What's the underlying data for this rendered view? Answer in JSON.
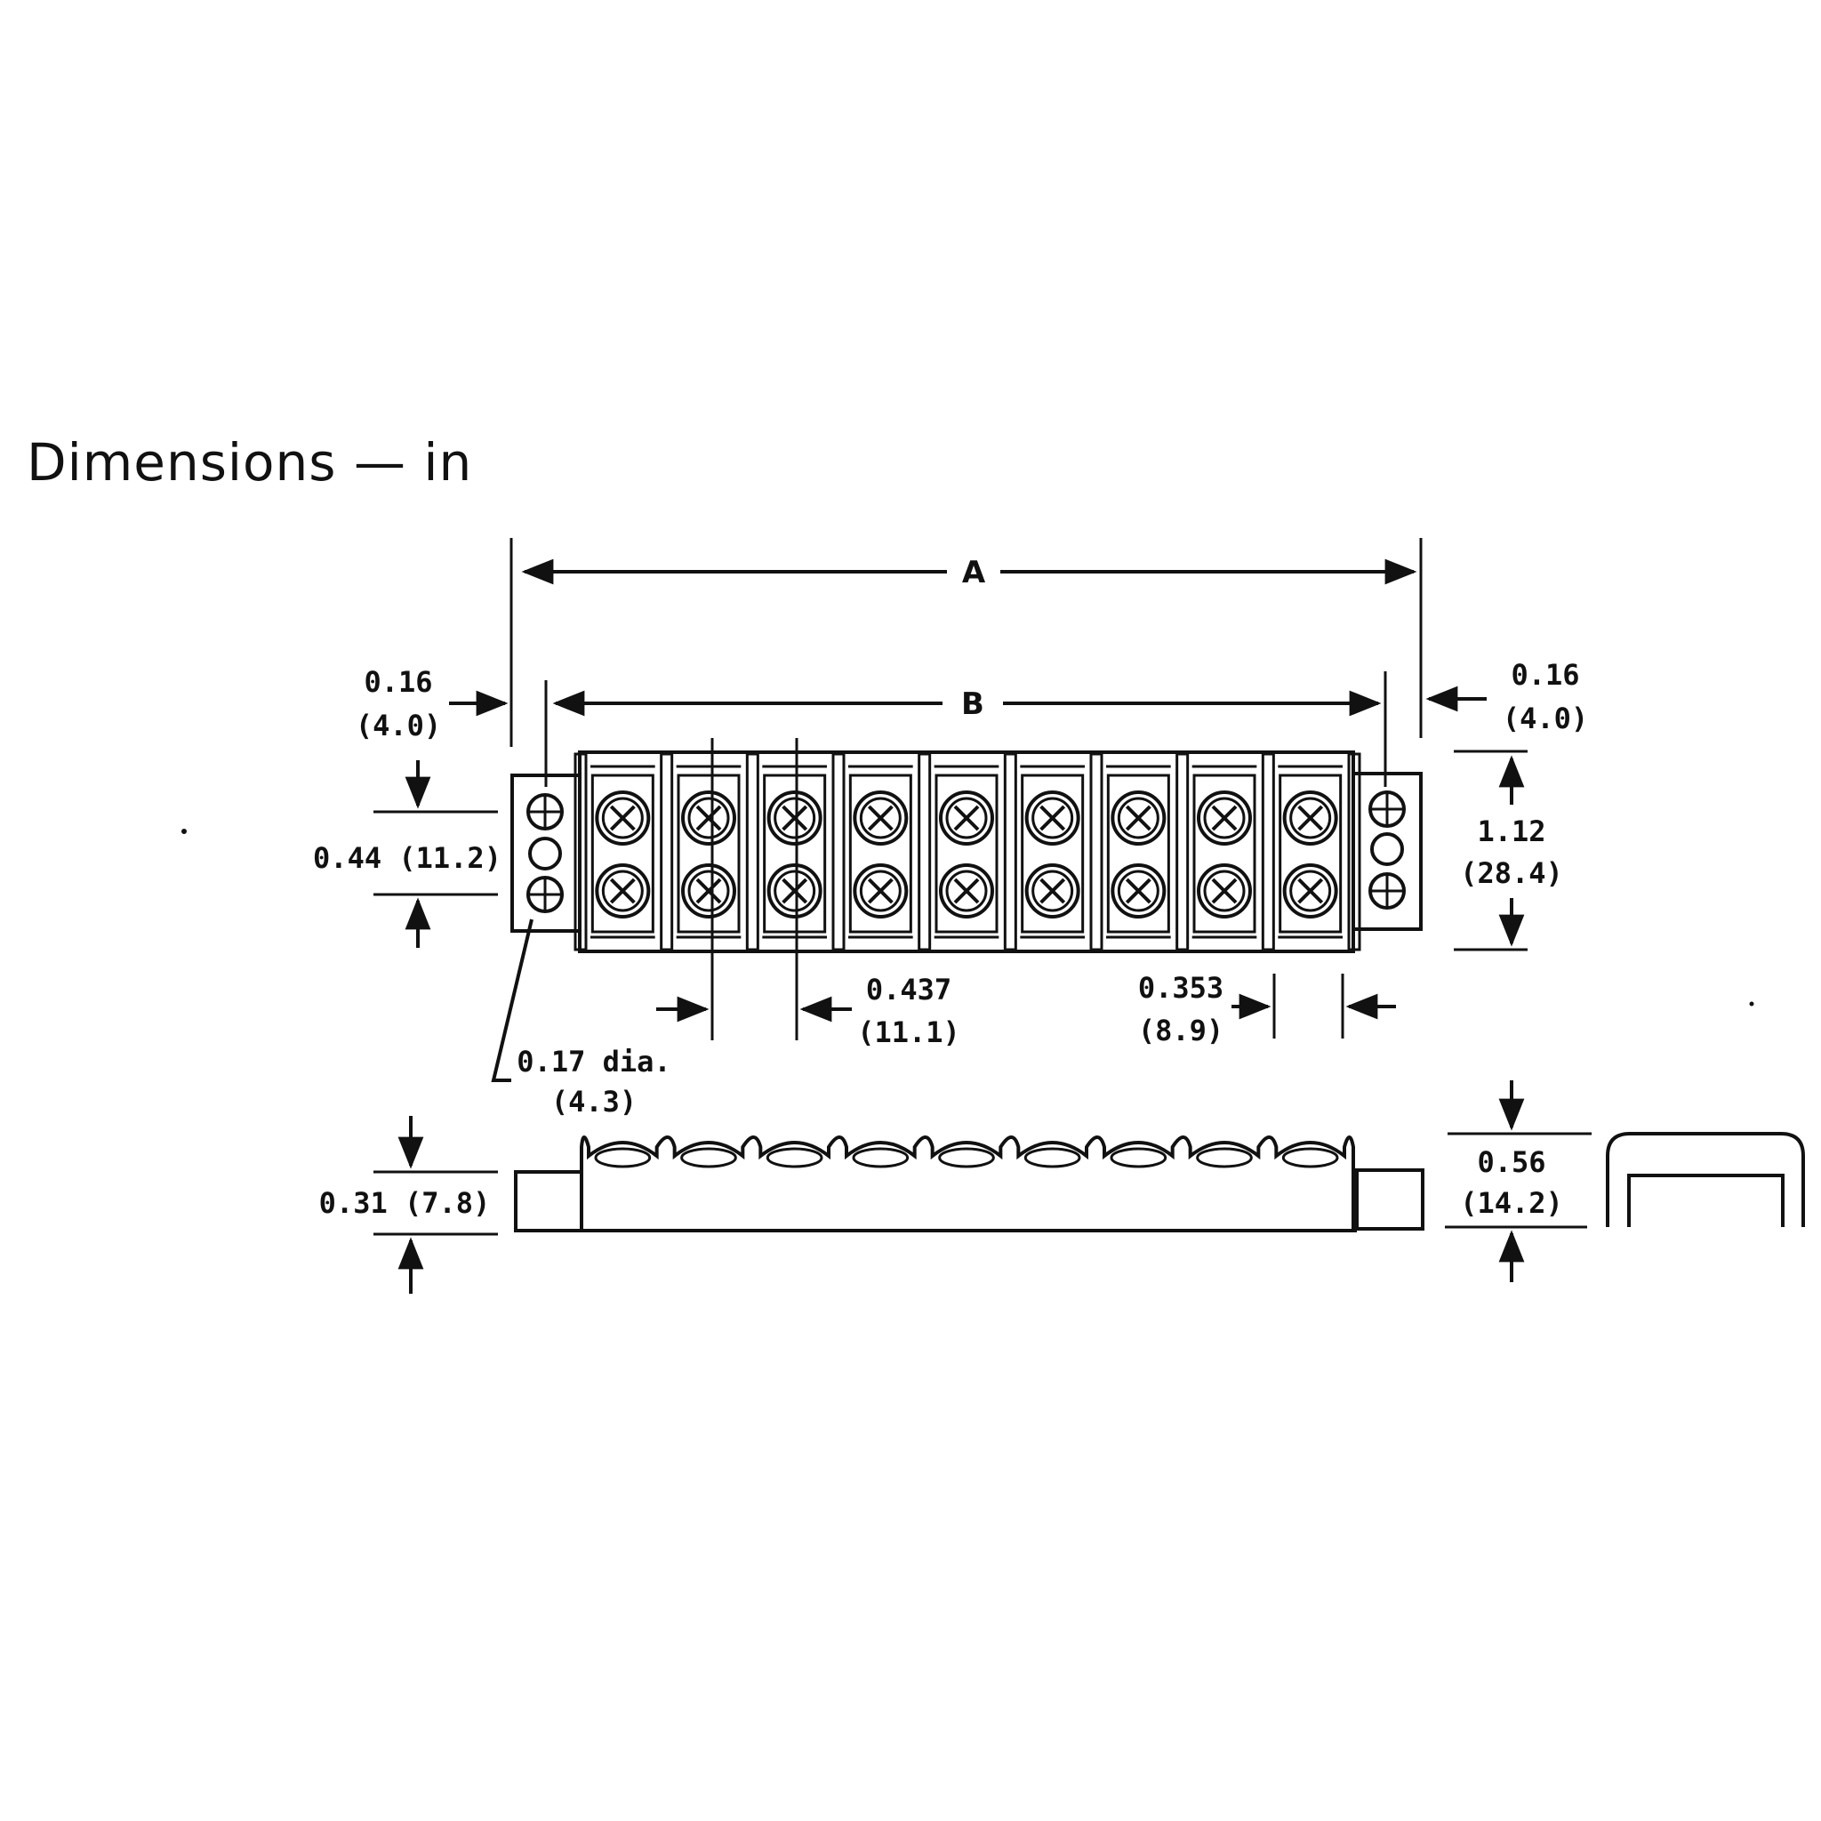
{
  "title": "Dimensions — in",
  "labels": {
    "dim_a": "A",
    "dim_b": "B",
    "left_edge_in": "0.16",
    "left_edge_mm": "(4.0)",
    "right_edge_in": "0.16",
    "right_edge_mm": "(4.0)",
    "hole_spacing": "0.44 (11.2)",
    "height_in": "1.12",
    "height_mm": "(28.4)",
    "pitch_in": "0.437",
    "pitch_mm": "(11.1)",
    "barrier_in": "0.353",
    "barrier_mm": "(8.9)",
    "hole_dia_in": "0.17 dia.",
    "hole_dia_mm": "(4.3)",
    "base_thickness": "0.31 (7.8)",
    "overall_height_in": "0.56",
    "overall_height_mm": "(14.2)"
  },
  "terminal_positions": 9
}
